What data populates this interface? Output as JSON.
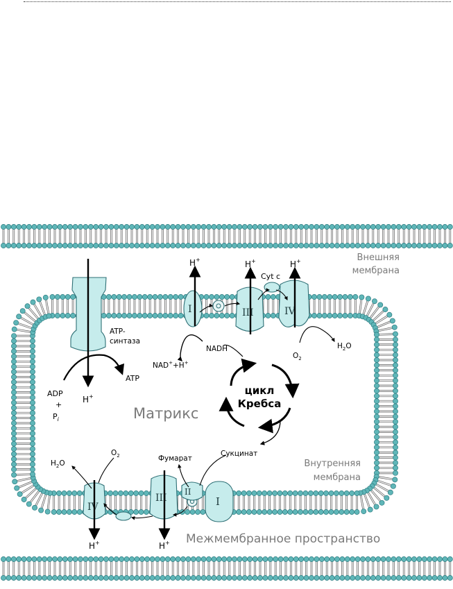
{
  "labels": {
    "outer_membrane": [
      "Внешняя",
      "мембрана"
    ],
    "inner_membrane": [
      "Внутренняя",
      "мембрана"
    ],
    "matrix": "Матрикс",
    "intermembrane_space": "Межмембранное пространство",
    "atp_synthase": [
      "ATP-",
      "синтаза"
    ],
    "krebs": [
      "цикл",
      "Кребса"
    ],
    "adp": [
      "ADP",
      "+",
      "P"
    ],
    "pi_sub": "i",
    "atp": "ATP",
    "nadh": "NADH",
    "nad": "NAD",
    "nad_tail": "+H",
    "cyt_c": "Cyt c",
    "fumarate": "Фумарат",
    "succinate": "Сукцинат",
    "h": "H",
    "plus": "+",
    "h2o_h": "H",
    "h2o_o": "O",
    "sub2": "2",
    "o": "O"
  },
  "complexes": {
    "c1": "I",
    "c2": "II",
    "c3": "III",
    "c4": "IV"
  },
  "colors": {
    "membrane_head": "#5fb6b8",
    "membrane_head_stroke": "#2d7c80",
    "protein_fill": "#c6ecec",
    "protein_stroke": "#2e6f75",
    "label_grey": "#7a7a7a"
  }
}
